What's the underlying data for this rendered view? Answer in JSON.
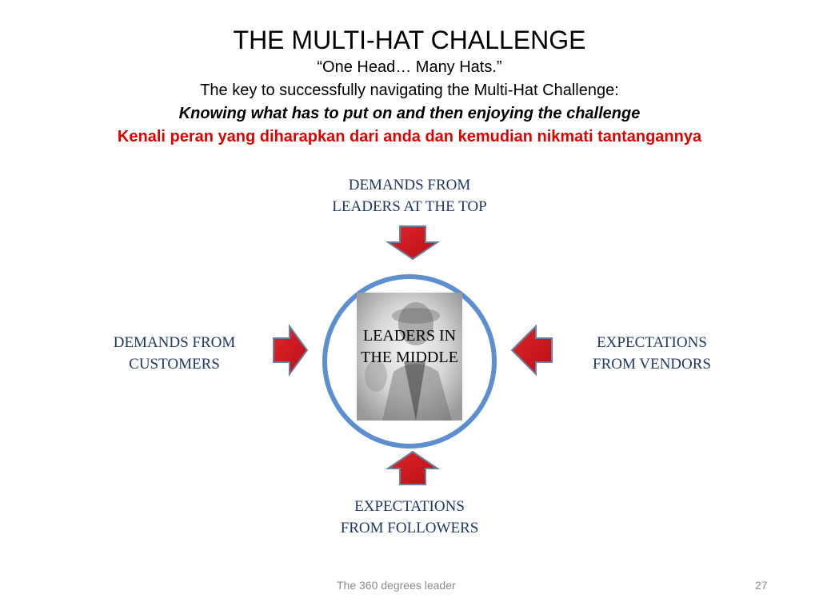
{
  "slide": {
    "title": "THE MULTI-HAT CHALLENGE",
    "quote": "“One Head… Many Hats.”",
    "subtitle": "The key to successfully navigating the Multi-Hat Challenge:",
    "emphasis": "Knowing what has to put on and then enjoying the challenge",
    "translation": "Kenali peran yang diharapkan dari anda dan kemudian nikmati tantangannya"
  },
  "diagram": {
    "top_label": [
      "DEMANDS FROM",
      "LEADERS AT THE TOP"
    ],
    "left_label": [
      "DEMANDS FROM",
      "CUSTOMERS"
    ],
    "right_label": [
      "EXPECTATIONS",
      "FROM VENDORS"
    ],
    "bottom_label": [
      "EXPECTATIONS",
      "FROM FOLLOWERS"
    ],
    "center_label": [
      "LEADERS IN",
      "THE MIDDLE"
    ],
    "colors": {
      "arrow_fill": "#d0161c",
      "arrow_stroke": "#6b7fa0",
      "circle_stroke": "#5b8fd0",
      "label_color": "#1f3864"
    }
  },
  "footer": {
    "caption": "The 360 degrees leader",
    "page_number": "27"
  }
}
